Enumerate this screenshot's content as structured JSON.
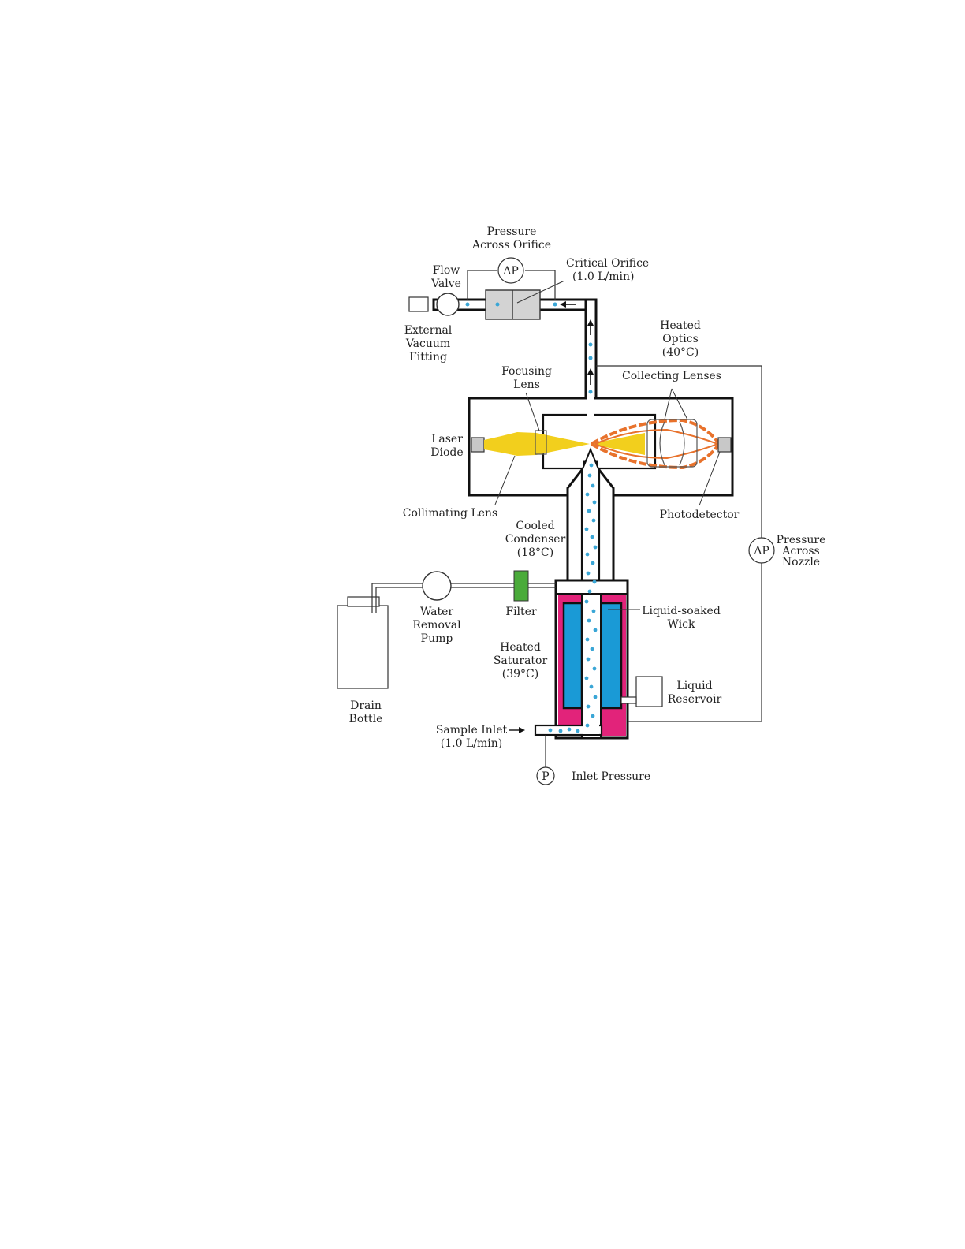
{
  "colors": {
    "particle": "#3aa6d6",
    "laser_beam": "#f2cf1d",
    "scatter_light": "#e8722c",
    "filter": "#4aab3a",
    "wick": "#1a9ad6",
    "saturator": "#e2237a",
    "orifice": "#d3d3d3",
    "line": "#111111"
  },
  "labels": {
    "pressure_across_orifice": [
      "Pressure",
      "Across Orifice"
    ],
    "delta_p_symbol": "ΔP",
    "critical_orifice": [
      "Critical Orifice",
      "(1.0 L/min)"
    ],
    "flow_valve": [
      "Flow",
      "Valve"
    ],
    "external_vacuum_fitting": [
      "External",
      "Vacuum",
      "Fitting"
    ],
    "heated_optics": [
      "Heated",
      "Optics",
      "(40°C)"
    ],
    "collecting_lenses": "Collecting Lenses",
    "focusing_lens": [
      "Focusing",
      "Lens"
    ],
    "laser_diode": [
      "Laser",
      "Diode"
    ],
    "collimating_lens": "Collimating Lens",
    "photodetector": "Photodetector",
    "cooled_condenser": [
      "Cooled",
      "Condenser",
      "(18°C)"
    ],
    "pressure_across_nozzle": [
      "Pressure",
      "Across",
      "Nozzle"
    ],
    "water_removal_pump": [
      "Water",
      "Removal",
      "Pump"
    ],
    "filter": "Filter",
    "liquid_soaked_wick": [
      "Liquid-soaked",
      "Wick"
    ],
    "heated_saturator": [
      "Heated",
      "Saturator",
      "(39°C)"
    ],
    "liquid_reservoir": [
      "Liquid",
      "Reservoir"
    ],
    "drain_bottle": [
      "Drain",
      "Bottle"
    ],
    "sample_inlet": [
      "Sample Inlet",
      "(1.0 L/min)"
    ],
    "p_symbol": "P",
    "inlet_pressure": "Inlet Pressure"
  }
}
